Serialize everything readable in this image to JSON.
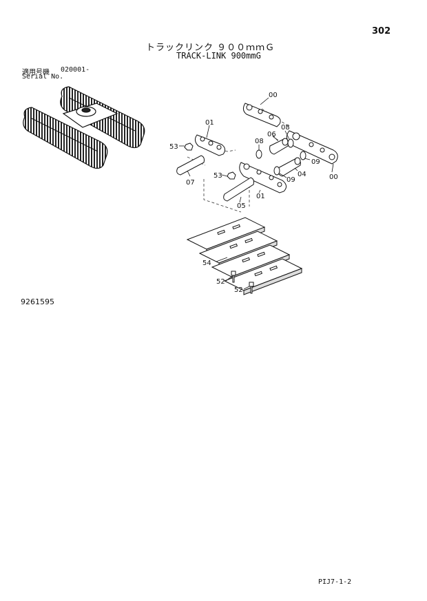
{
  "page": {
    "number": "302",
    "footer_code": "PIJ7-1-2",
    "catalog_number": "9261595"
  },
  "title": {
    "japanese": "トラックリンク ９００ｍｍＧ",
    "english": "TRACK-LINK 900mmG"
  },
  "serial": {
    "label_jp": "適用号機",
    "label_en": "Serial No.",
    "value": "020001-"
  },
  "callouts": {
    "c00a": "00",
    "c00b": "00",
    "c01a": "01",
    "c01b": "01",
    "c04": "04",
    "c05": "05",
    "c06": "06",
    "c07": "07",
    "c08a": "08",
    "c08b": "08",
    "c09a": "09",
    "c09b": "09",
    "c53a": "53",
    "c53b": "53",
    "c54": "54",
    "c52a": "52",
    "c52b": "52"
  }
}
